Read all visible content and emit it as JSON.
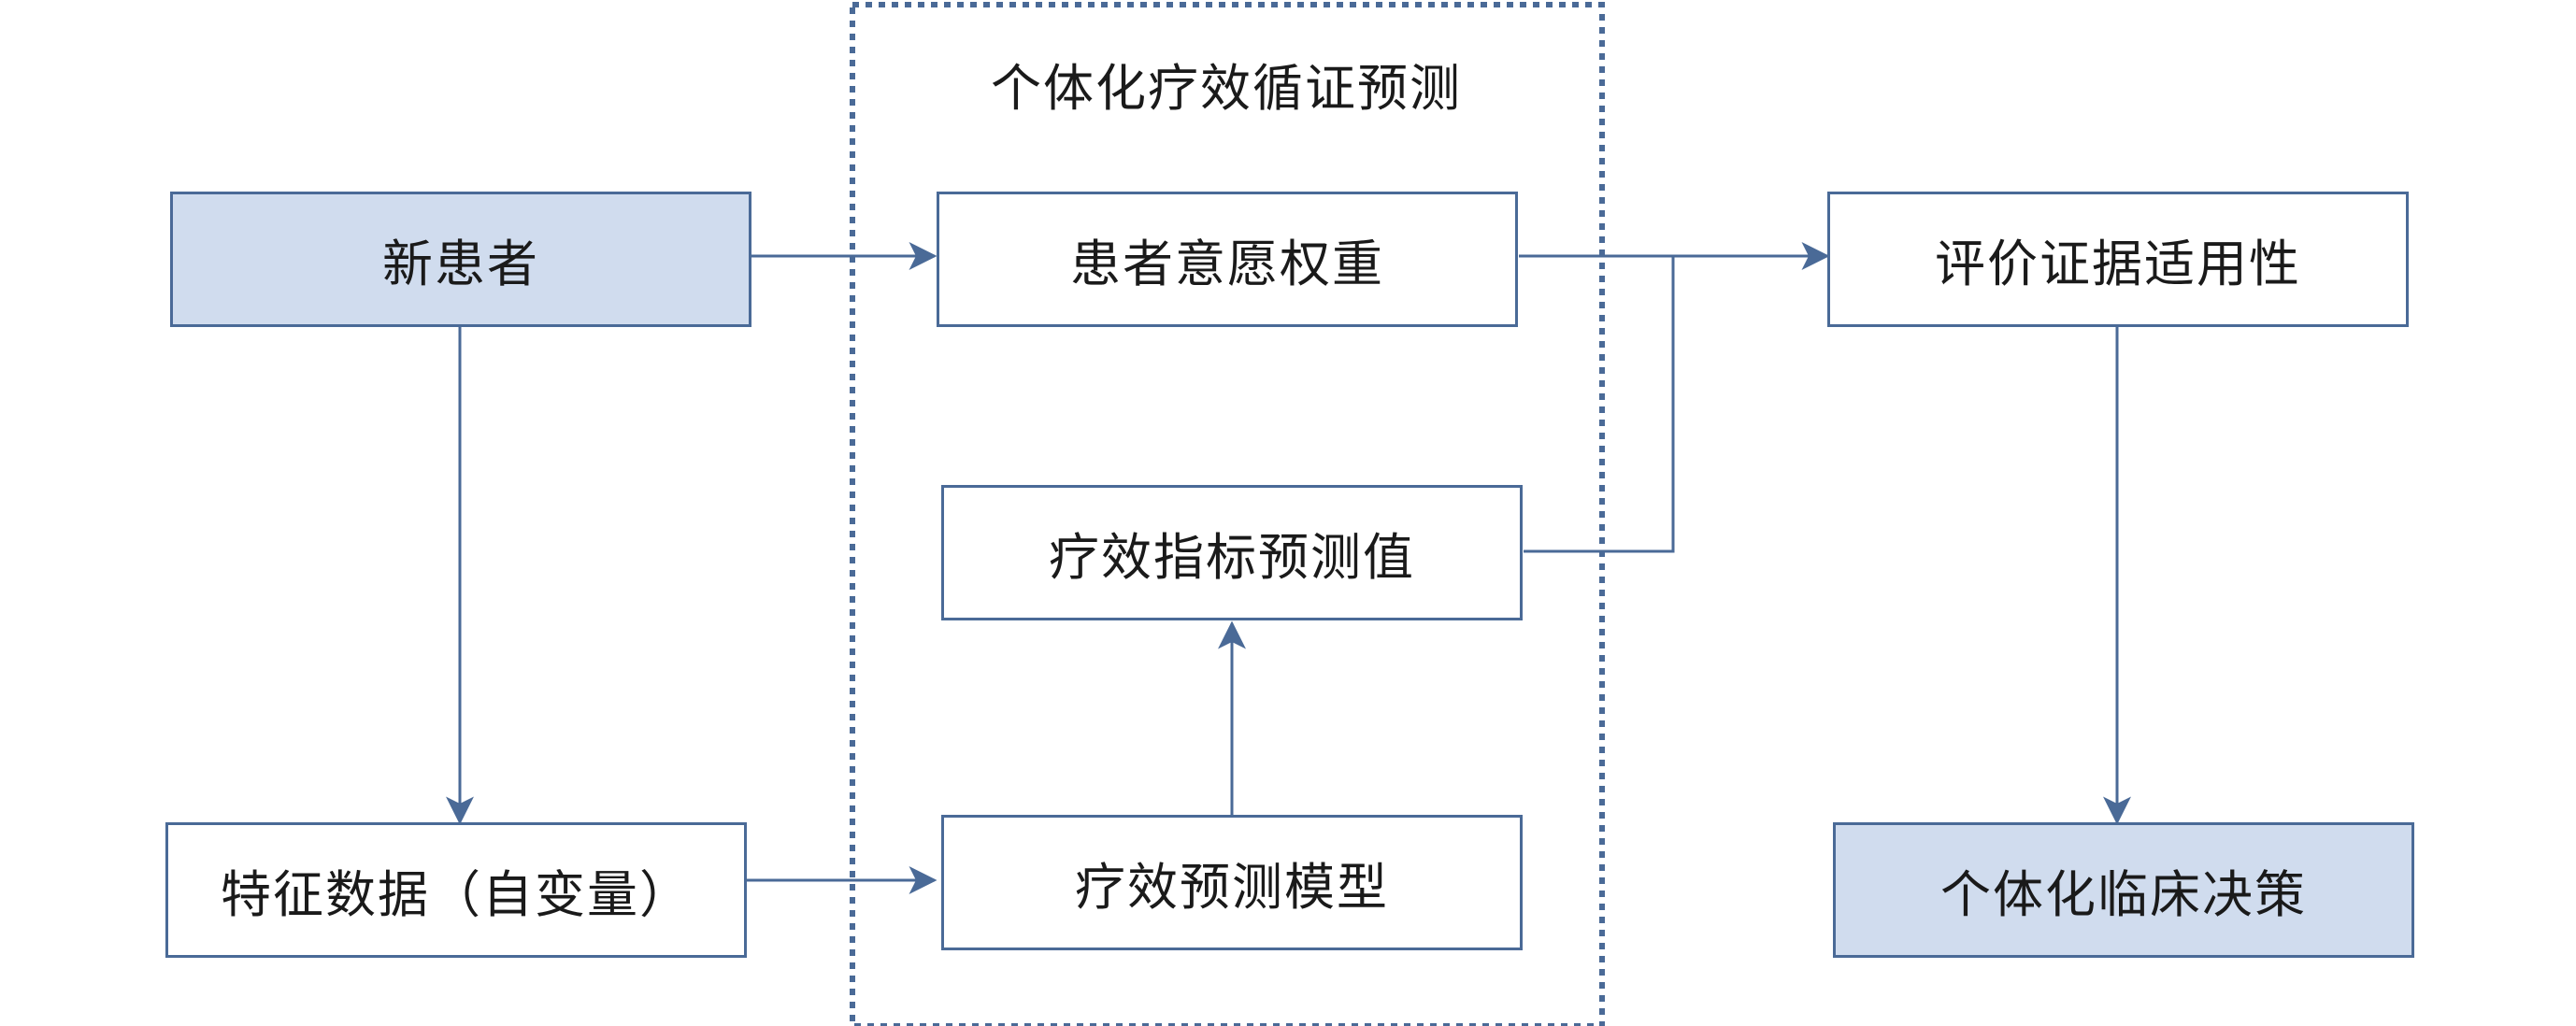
{
  "diagram": {
    "group_title": "个体化疗效循证预测",
    "nodes": {
      "new_patient": "新患者",
      "feature_data": "特征数据（自变量）",
      "patient_preference": "患者意愿权重",
      "efficacy_prediction_value": "疗效指标预测值",
      "efficacy_prediction_model": "疗效预测模型",
      "evaluate_evidence": "评价证据适用性",
      "clinical_decision": "个体化临床决策"
    },
    "colors": {
      "line": "#4a6a97",
      "shaded_fill": "#d0dcee",
      "plain_fill": "#ffffff"
    }
  }
}
